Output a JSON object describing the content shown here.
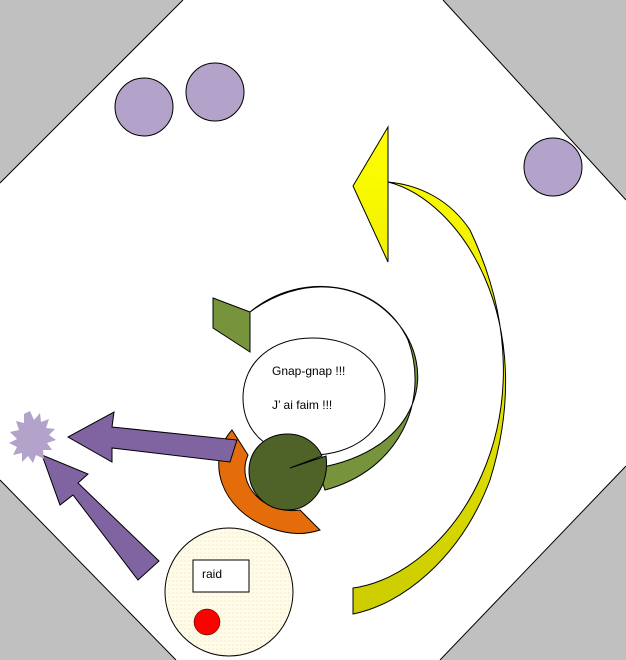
{
  "speech_bubble": {
    "line1": "Gnap-gnap !!!",
    "line2": "J’ ai faim !!!"
  },
  "raid_box": {
    "label": "raid"
  },
  "colors": {
    "corner_gray": "#c0c0c0",
    "board_white": "#ffffff",
    "purple_circle": "#b3a2c9",
    "yellow_arrow": "#ffff00",
    "yellow_arrow_dark": "#cccc00",
    "green_arrow": "#77933c",
    "dark_green": "#4f6228",
    "orange": "#e46c0a",
    "purple_arrow": "#8064a2",
    "red_dot": "#ff0000",
    "cream": "#fffbe6"
  }
}
